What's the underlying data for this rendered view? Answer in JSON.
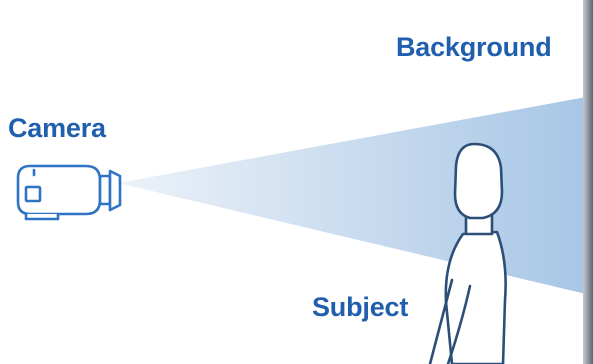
{
  "labels": {
    "camera": "Camera",
    "background": "Background",
    "subject": "Subject"
  },
  "icons": {
    "camera": "video-camera-icon",
    "subject": "person-silhouette-icon",
    "background": "wall"
  },
  "colors": {
    "label_text": "#1f5fad",
    "camera_stroke": "#2f73c4",
    "subject_stroke": "#2c4f78",
    "beam_start": "#edf2f9",
    "beam_end": "#a7c6e5",
    "wall_light": "#c5cad2",
    "wall_dark": "#5d6470"
  }
}
